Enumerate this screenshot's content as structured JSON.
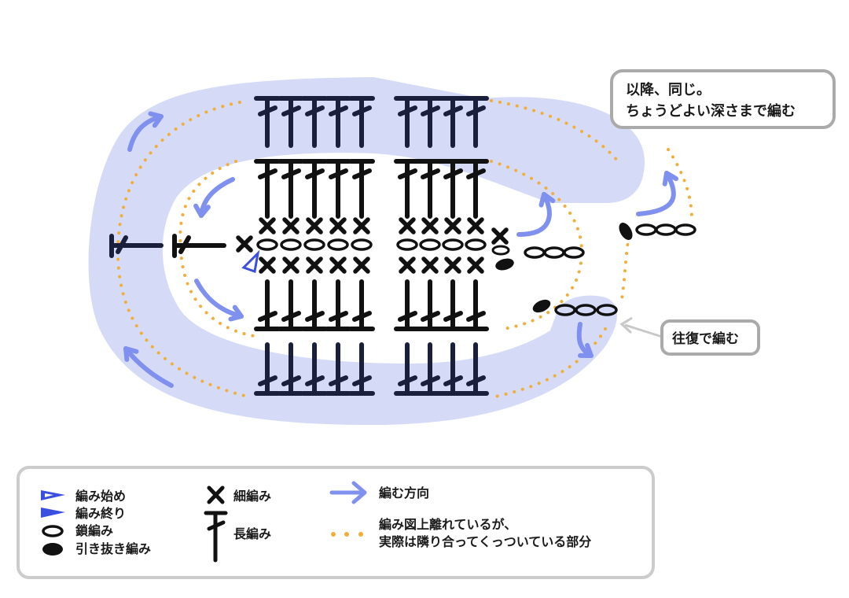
{
  "callouts": {
    "repeat_line1": "以降、同じ。",
    "repeat_line2": "ちょうどよい深さまで編む",
    "back_and_forth": "往復で編む"
  },
  "legend": {
    "start": "編み始め",
    "end": "編み終り",
    "chain": "鎖編み",
    "slip_stitch": "引き抜き編み",
    "single_crochet": "細編み",
    "double_crochet": "長編み",
    "direction": "編む方向",
    "dotted_line1": "編み図上離れているが、",
    "dotted_line2": "実際は隣り合ってくっついている部分"
  },
  "colors": {
    "band": "#d5dbf6",
    "stitch": "#1a1f3c",
    "arrow": "#7f90ee",
    "dots": "#f2ae3a",
    "marker": "#3a4fe0"
  },
  "icons": {
    "start": "triangle-outline-icon",
    "end": "triangle-filled-icon",
    "chain": "oval-outline-icon",
    "slip_stitch": "oval-filled-icon",
    "single_crochet": "x-icon",
    "double_crochet": "t-stitch-icon",
    "direction": "arrow-right-icon",
    "dotted": "dotted-line-icon"
  }
}
